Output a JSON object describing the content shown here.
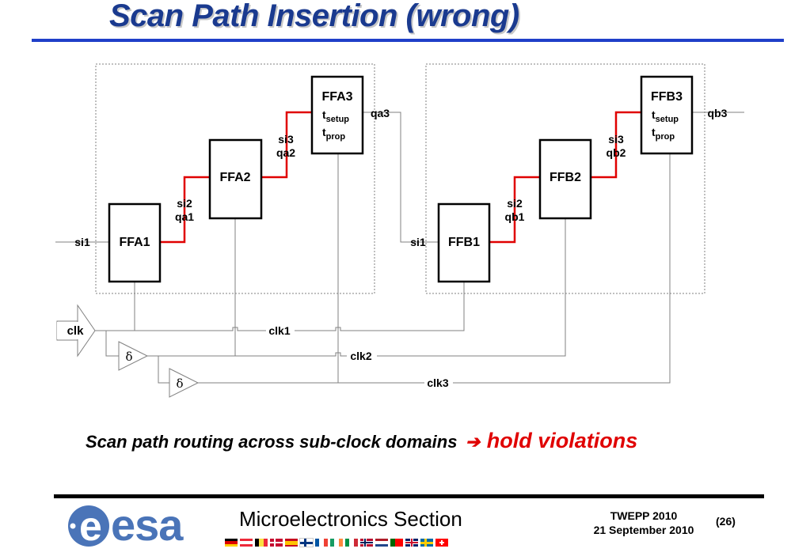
{
  "slide": {
    "title": "Scan Path Insertion (wrong)",
    "caption_main": "Scan path routing across sub-clock domains",
    "caption_arrow": "➔",
    "caption_highlight": "hold violations"
  },
  "diagram": {
    "domain_a": {
      "ff1": "FFA1",
      "ff2": "FFA2",
      "ff3": "FFA3",
      "input": "si1",
      "ff1_out": "qa1",
      "ff2_in": "si2",
      "ff2_out": "qa2",
      "ff3_in": "si3",
      "ff3_out": "qa3"
    },
    "domain_b": {
      "ff1": "FFB1",
      "ff2": "FFB2",
      "ff3": "FFB3",
      "input": "si1",
      "ff1_out": "qb1",
      "ff2_in": "si2",
      "ff2_out": "qb2",
      "ff3_in": "si3",
      "ff3_out": "qb3"
    },
    "timing": {
      "t": "t",
      "setup": "setup",
      "prop": "prop"
    },
    "clock": {
      "source": "clk",
      "clk1": "clk1",
      "clk2": "clk2",
      "clk3": "clk3",
      "delay_symbol": "δ"
    },
    "colors": {
      "scan_wire": "#e00000",
      "wire": "#808080",
      "box_border": "#808080"
    }
  },
  "footer": {
    "logo_text": "esa",
    "section": "Microelectronics Section",
    "conference": "TWEPP 2010",
    "date": "21 September 2010",
    "page": "(26)"
  }
}
